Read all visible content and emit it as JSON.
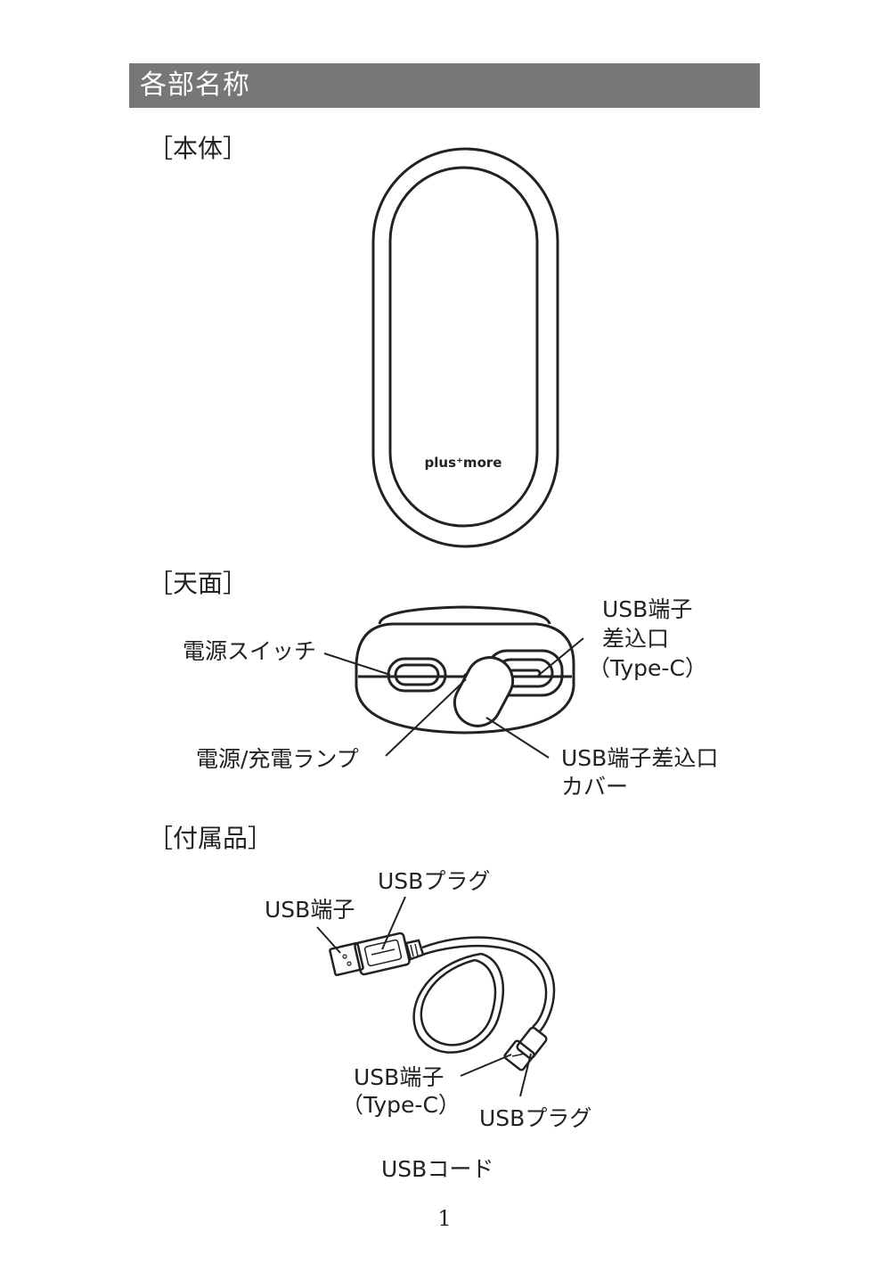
{
  "header": {
    "title": "各部名称"
  },
  "sections": {
    "body": "［本体］",
    "top": "［天面］",
    "accessories": "［付属品］"
  },
  "device": {
    "logo": "plus⁺more"
  },
  "top_labels": {
    "power_switch": "電源スイッチ",
    "usb_port_line1": "USB端子",
    "usb_port_line2": "差込口",
    "usb_port_line3": "（Type-C）",
    "lamp": "電源/充電ランプ",
    "cover_line1": "USB端子差込口",
    "cover_line2": "カバー"
  },
  "cable_labels": {
    "usb_plug_a": "USBプラグ",
    "usb_terminal_a": "USB端子",
    "usb_terminal_c_line1": "USB端子",
    "usb_terminal_c_line2": "（Type-C）",
    "usb_plug_c": "USBプラグ",
    "cable_name": "USBコード"
  },
  "page": {
    "number": "1"
  },
  "colors": {
    "header_bg": "#777777",
    "line": "#222222"
  }
}
